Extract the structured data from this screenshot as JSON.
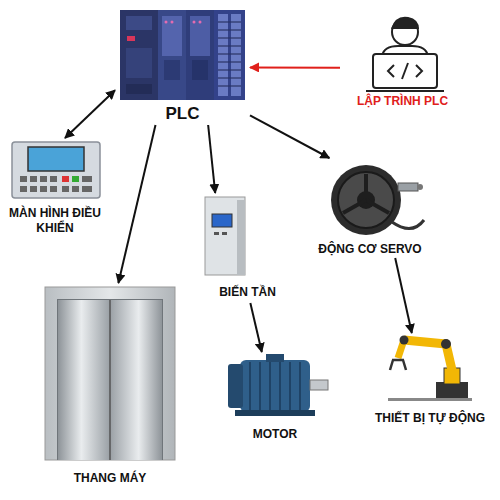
{
  "diagram": {
    "nodes": [
      {
        "text": [
          "PLC"
        ]
      },
      {
        "text": [
          "LẬP TRÌNH PLC"
        ]
      },
      {
        "text": [
          "MÀN HÌNH ĐIỀU KHIỂN"
        ]
      },
      {
        "text": [
          "ĐỘNG CƠ SERVO"
        ]
      },
      {
        "text": [
          "BIẾN TẦN"
        ]
      },
      {
        "text": [
          "THANG MÁY"
        ]
      },
      {
        "text": [
          "MOTOR"
        ]
      },
      {
        "text": [
          "THIẾT BỊ TỰ ĐỘNG"
        ]
      }
    ],
    "edges": [
      {
        "from": 1,
        "to": 0,
        "arrow": "to"
      },
      {
        "from": 0,
        "to": 2,
        "arrow": "both"
      },
      {
        "from": 0,
        "to": 5,
        "arrow": "to"
      },
      {
        "from": 0,
        "to": 4,
        "arrow": "to"
      },
      {
        "from": 0,
        "to": 3,
        "arrow": "to"
      },
      {
        "from": 4,
        "to": 6,
        "arrow": "to"
      },
      {
        "from": 3,
        "to": 7,
        "arrow": "to"
      }
    ]
  }
}
